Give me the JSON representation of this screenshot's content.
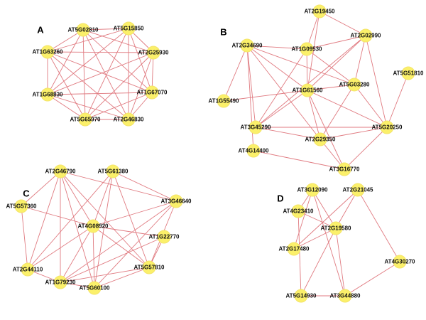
{
  "panels": [
    {
      "label": "A",
      "nodes": [
        "AT5G02810",
        "AT5G15850",
        "AT1G63260",
        "AT2G25930",
        "AT1G68830",
        "AT1G67070",
        "AT5G65970",
        "AT2G46830"
      ],
      "edges": [
        [
          0,
          1
        ],
        [
          0,
          2
        ],
        [
          0,
          3
        ],
        [
          0,
          4
        ],
        [
          0,
          5
        ],
        [
          0,
          6
        ],
        [
          0,
          7
        ],
        [
          1,
          2
        ],
        [
          1,
          3
        ],
        [
          1,
          4
        ],
        [
          1,
          5
        ],
        [
          1,
          6
        ],
        [
          1,
          7
        ],
        [
          2,
          3
        ],
        [
          2,
          4
        ],
        [
          2,
          5
        ],
        [
          2,
          6
        ],
        [
          2,
          7
        ],
        [
          3,
          4
        ],
        [
          3,
          5
        ],
        [
          3,
          6
        ],
        [
          3,
          7
        ],
        [
          4,
          5
        ],
        [
          4,
          6
        ],
        [
          4,
          7
        ],
        [
          5,
          6
        ],
        [
          5,
          7
        ],
        [
          6,
          7
        ]
      ]
    },
    {
      "label": "B",
      "nodes": [
        "AT2G19450",
        "AT2G34690",
        "AT1G09530",
        "AT2G02990",
        "AT5G51810",
        "AT5G03280",
        "AT1G61560",
        "AT1G55490",
        "AT3G45290",
        "AT5G20250",
        "AT2G29350",
        "AT4G14400",
        "AT3G16770"
      ],
      "edges": [
        [
          0,
          2
        ],
        [
          0,
          3
        ],
        [
          0,
          6
        ],
        [
          1,
          2
        ],
        [
          1,
          6
        ],
        [
          1,
          7
        ],
        [
          1,
          8
        ],
        [
          1,
          11
        ],
        [
          1,
          10
        ],
        [
          1,
          5
        ],
        [
          2,
          3
        ],
        [
          2,
          5
        ],
        [
          2,
          8
        ],
        [
          2,
          6
        ],
        [
          3,
          5
        ],
        [
          3,
          9
        ],
        [
          3,
          6
        ],
        [
          3,
          8
        ],
        [
          5,
          6
        ],
        [
          5,
          10
        ],
        [
          5,
          9
        ],
        [
          6,
          7
        ],
        [
          6,
          8
        ],
        [
          6,
          10
        ],
        [
          6,
          9
        ],
        [
          6,
          12
        ],
        [
          8,
          9
        ],
        [
          8,
          10
        ],
        [
          10,
          9
        ],
        [
          10,
          12
        ],
        [
          11,
          12
        ],
        [
          9,
          12
        ],
        [
          4,
          9
        ]
      ]
    },
    {
      "label": "C",
      "nodes": [
        "AT2G46790",
        "AT5G61380",
        "AT5G57360",
        "AT3G46640",
        "AT4G08920",
        "AT1G22770",
        "AT2G44110",
        "AT5G57810",
        "AT1G79230",
        "AT5G60100"
      ],
      "edges": [
        [
          0,
          2
        ],
        [
          0,
          6
        ],
        [
          0,
          4
        ],
        [
          0,
          8
        ],
        [
          0,
          9
        ],
        [
          0,
          7
        ],
        [
          0,
          3
        ],
        [
          1,
          4
        ],
        [
          1,
          6
        ],
        [
          1,
          7
        ],
        [
          1,
          9
        ],
        [
          1,
          3
        ],
        [
          2,
          4
        ],
        [
          2,
          6
        ],
        [
          3,
          4
        ],
        [
          3,
          8
        ],
        [
          3,
          9
        ],
        [
          3,
          7
        ],
        [
          4,
          6
        ],
        [
          4,
          7
        ],
        [
          4,
          8
        ],
        [
          4,
          9
        ],
        [
          4,
          5
        ],
        [
          5,
          7
        ],
        [
          5,
          8
        ],
        [
          6,
          8
        ],
        [
          7,
          8
        ],
        [
          7,
          9
        ],
        [
          8,
          9
        ]
      ]
    },
    {
      "label": "D",
      "nodes": [
        "AT3G12090",
        "AT2G21045",
        "AT4G23410",
        "AT2G19580",
        "AT4G30270",
        "AT2G17480",
        "AT5G14930",
        "AT3G44880"
      ],
      "edges": [
        [
          0,
          2
        ],
        [
          0,
          3
        ],
        [
          0,
          5
        ],
        [
          0,
          7
        ],
        [
          1,
          3
        ],
        [
          1,
          5
        ],
        [
          1,
          4
        ],
        [
          2,
          3
        ],
        [
          2,
          6
        ],
        [
          3,
          6
        ],
        [
          3,
          5
        ],
        [
          3,
          7
        ],
        [
          4,
          7
        ],
        [
          6,
          7
        ]
      ]
    }
  ]
}
